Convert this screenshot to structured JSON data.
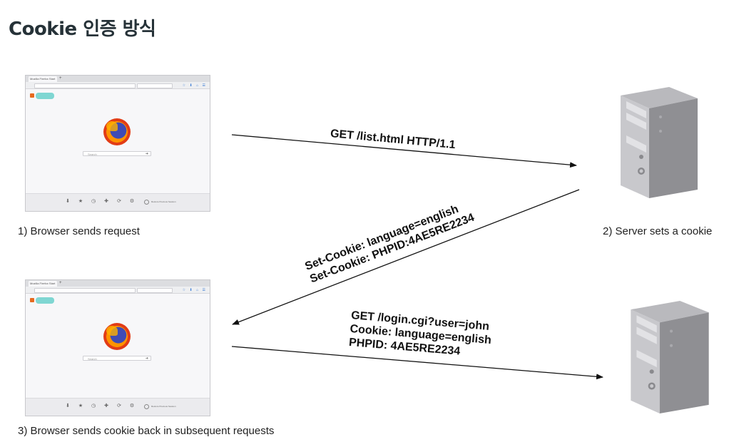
{
  "title": "Cookie 인증 방식",
  "captions": {
    "step1": "1) Browser sends request",
    "step2": "2) Server sets a cookie",
    "step3": "3) Browser sends cookie back in subsequent requests"
  },
  "arrows": {
    "request1": [
      "GET /list.html HTTP/1.1"
    ],
    "response": [
      "Set-Cookie: language=english",
      "Set-Cookie: PHPID:4AE5RE2234"
    ],
    "request2": [
      "GET /login.cgi?user=john",
      "Cookie: language=english",
      "PHPID: 4AE5RE2234"
    ]
  },
  "browser": {
    "tab_title": "Mozilla Firefox Start Page",
    "search_placeholder": "Search",
    "restore_label": "Restore Previous Session"
  },
  "colors": {
    "title": "#263238",
    "server_body": "#8f8f93",
    "arrow": "#111111"
  },
  "icons": [
    "firefox-logo-icon",
    "server-icon",
    "arrow-head-icon"
  ]
}
